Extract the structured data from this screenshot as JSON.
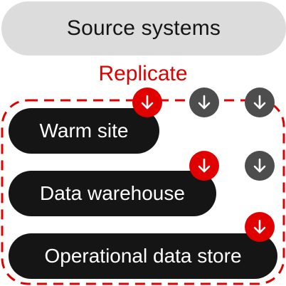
{
  "source": {
    "label": "Source systems"
  },
  "replicate": {
    "label": "Replicate"
  },
  "targets": [
    {
      "label": "Warm site"
    },
    {
      "label": "Data warehouse"
    },
    {
      "label": "Operational data store"
    }
  ],
  "colors": {
    "accent": "#e00000",
    "pill_dark": "#151515",
    "source_bg": "#dcdcdc",
    "badge_grey": "#4d4d4d"
  },
  "icons": {
    "arrow": "arrow-down-icon"
  }
}
